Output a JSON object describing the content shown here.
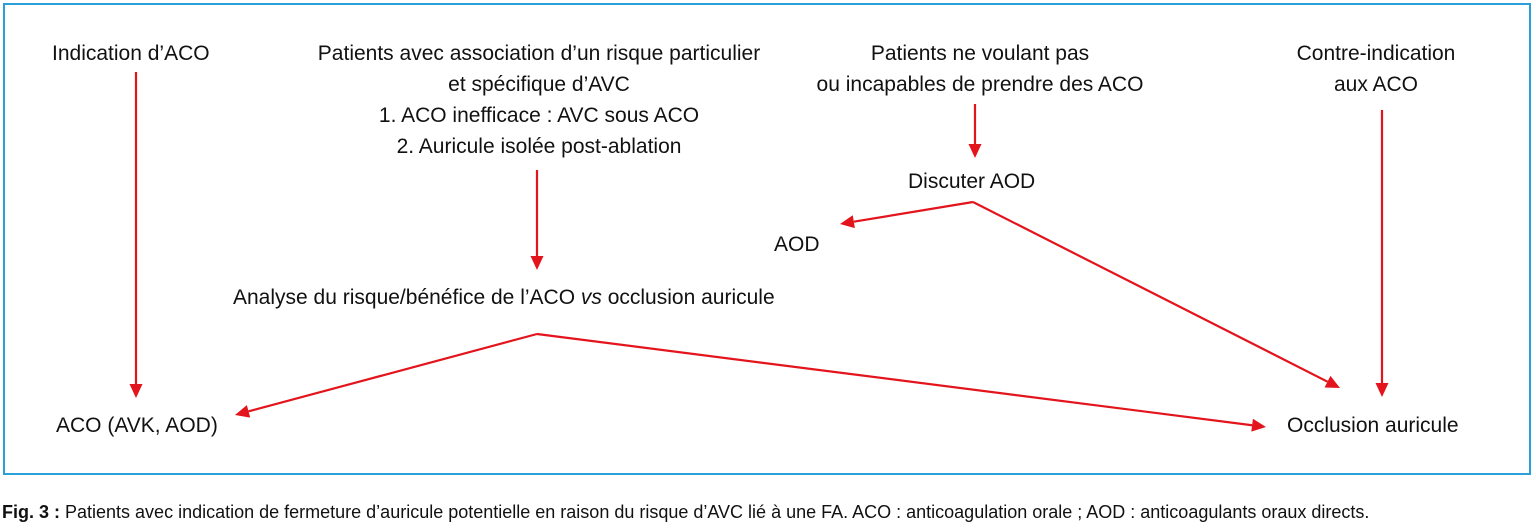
{
  "colors": {
    "arrow": "#e3141c",
    "border": "#2a9fd8",
    "text": "#111111"
  },
  "nodes": {
    "indication": {
      "text": "Indication d’ACO"
    },
    "risk_patients": {
      "line1": "Patients avec association d’un risque particulier",
      "line2": "et spécifique d’AVC",
      "line3": "1. ACO inefficace : AVC sous ACO",
      "line4": "2. Auricule isolée post-ablation"
    },
    "unwilling_patients": {
      "line1": "Patients ne voulant pas",
      "line2": "ou incapables de prendre des ACO"
    },
    "contraindication": {
      "line1": "Contre-indication",
      "line2": "aux ACO"
    },
    "discuss_aod": {
      "text": "Discuter AOD"
    },
    "aod": {
      "text": "AOD"
    },
    "analysis": {
      "prefix": "Analyse du risque/bénéfice de l’ACO ",
      "vs": "vs",
      "suffix": " occlusion auricule"
    },
    "aco_result": {
      "text": "ACO (AVK, AOD)"
    },
    "occlusion_result": {
      "text": "Occlusion auricule"
    }
  },
  "caption": {
    "label": "Fig. 3 :",
    "text": " Patients avec indication de fermeture d’auricule potentielle en raison du risque d’AVC lié à une FA. ACO : anticoagulation orale ; AOD : anticoagulants oraux directs."
  }
}
